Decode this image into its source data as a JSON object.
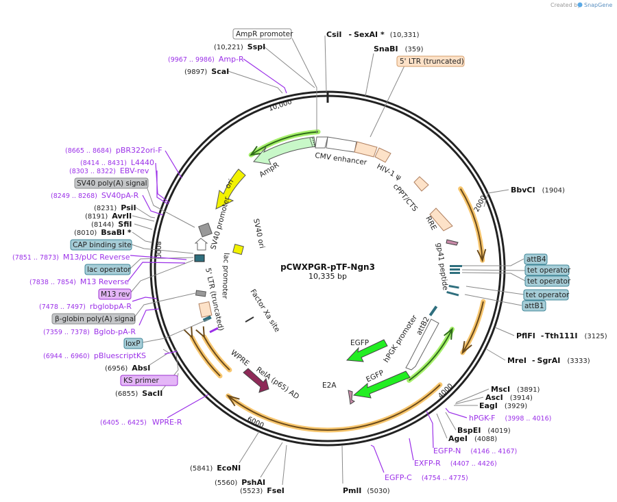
{
  "credit": {
    "created_by": "Created by",
    "brand": "SnapGene"
  },
  "map": {
    "name": "pCWXPGR-pTF-Ngn3",
    "length": "10,335 bp",
    "ticks": [
      "10,000",
      "2000",
      "4000",
      "6000",
      "8000"
    ]
  },
  "enzymes": [
    {
      "name": "CsiI",
      "name2": "SexAI *",
      "pos": "(10,331)"
    },
    {
      "name": "SspI",
      "pos": "(10,221)"
    },
    {
      "name": "ScaI",
      "pos": "(9897)"
    },
    {
      "name": "SnaBI",
      "pos": "(359)"
    },
    {
      "name": "BbvCI",
      "pos": "(1904)"
    },
    {
      "name": "PflFI",
      "name2": "Tth111I",
      "pos": "(3125)"
    },
    {
      "name": "MreI",
      "name2": "SgrAI",
      "pos": "(3333)"
    },
    {
      "name": "MscI",
      "pos": "(3891)"
    },
    {
      "name": "AscI",
      "pos": "(3914)"
    },
    {
      "name": "EagI",
      "pos": "(3929)"
    },
    {
      "name": "BspEI",
      "pos": "(4019)"
    },
    {
      "name": "AgeI",
      "pos": "(4088)"
    },
    {
      "name": "PmlI",
      "pos": "(5030)"
    },
    {
      "name": "FseI",
      "pos": "(5523)"
    },
    {
      "name": "PshAI",
      "pos": "(5560)"
    },
    {
      "name": "EcoNI",
      "pos": "(5841)"
    },
    {
      "name": "SacII",
      "pos": "(6855)"
    },
    {
      "name": "AbsI",
      "pos": "(6956)"
    },
    {
      "name": "BsaBI *",
      "pos": "(8010)"
    },
    {
      "name": "SfiI",
      "pos": "(8144)"
    },
    {
      "name": "AvrII",
      "pos": "(8191)"
    },
    {
      "name": "PsiI",
      "pos": "(8231)"
    }
  ],
  "primers": [
    {
      "name": "Amp-R",
      "pos": "(9967 .. 9986)"
    },
    {
      "name": "hPGK-F",
      "pos": "(3998 .. 4016)"
    },
    {
      "name": "EGFP-N",
      "pos": "(4146 .. 4167)"
    },
    {
      "name": "EXFP-R",
      "pos": "(4407 .. 4426)"
    },
    {
      "name": "EGFP-C",
      "pos": "(4754 .. 4775)"
    },
    {
      "name": "WPRE-R",
      "pos": "(6405 .. 6425)"
    },
    {
      "name": "pBluescriptKS",
      "pos": "(6944 .. 6960)"
    },
    {
      "name": "Bglob-pA-R",
      "pos": "(7359 .. 7378)"
    },
    {
      "name": "rbglobpA-R",
      "pos": "(7478 .. 7497)"
    },
    {
      "name": "M13 Reverse",
      "pos": "(7838 .. 7854)"
    },
    {
      "name": "M13/pUC Reverse",
      "pos": "(7851 .. 7873)"
    },
    {
      "name": "SV40pA-R",
      "pos": "(8249 .. 8268)"
    },
    {
      "name": "EBV-rev",
      "pos": "(8303 .. 8322)"
    },
    {
      "name": "L4440",
      "pos": "(8414 .. 8431)"
    },
    {
      "name": "pBR322ori-F",
      "pos": "(8665 .. 8684)"
    }
  ],
  "boxed_features": {
    "ampr_promoter": "AmpR promoter",
    "ltr5": "5' LTR (truncated)",
    "attb4": "attB4",
    "tet1": "tet operator",
    "tet2": "tet operator",
    "tet3": "tet operator",
    "attb1": "attB1",
    "ks_primer": "KS primer",
    "loxp": "loxP",
    "bglobin": "β-globin poly(A) signal",
    "m13rev": "M13 rev",
    "lacop": "lac operator",
    "cap": "CAP binding site",
    "sv40pa": "SV40 poly(A) signal"
  },
  "inner_features": {
    "cmv": "CMV enhancer",
    "hiv": "HIV-1 ψ",
    "cppt": "cPPT/CTS",
    "rre": "RRE",
    "gp41": "gp41 peptide",
    "ampr": "AmpR",
    "ori": "ori",
    "sv40prom": "SV40 promoter",
    "lacprom": "lac promoter",
    "sv40ori": "SV40 ori",
    "ltr5": "5' LTR (truncated)",
    "fxa": "Factor Xa site",
    "wpre": "WPRE",
    "rela": "RelA (p65) AD",
    "egfp1": "EGFP",
    "hpgk": "hPGK promoter",
    "attb2": "attB2",
    "egfp2": "EGFP",
    "e2a": "E2A"
  },
  "colors": {
    "primer": "#9b30e8",
    "orange_arc": "#f7c66e",
    "green_arc": "#a6f06b",
    "ampr_fill": "#c8f8c8",
    "ori": "#f2f200",
    "egfp": "#22ee22",
    "rela": "#8e2a58"
  }
}
